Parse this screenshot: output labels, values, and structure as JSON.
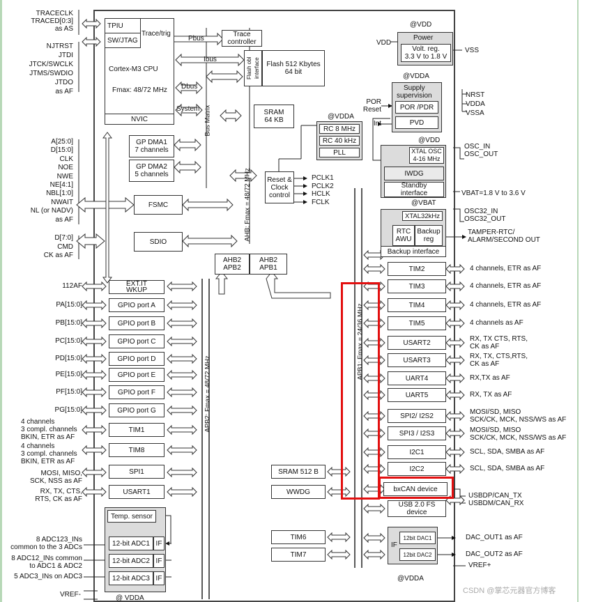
{
  "left_signals": {
    "trace": "TRACECLK\nTRACED[0:3]\nas AS",
    "jtag": "NJTRST\nJTDI\nJTCK/SWCLK\nJTMS/SWDIO\nJTDO\nas AF",
    "fsmc": "A[25:0]\nD[15:0]\nCLK\nNOE\nNWE\nNE[4:1]\nNBL[1:0]\nNWAIT\nNL (or NADV)\nas AF",
    "sdio": "D[7:0]\nCMD\nCK as AF",
    "exti": "112AF",
    "pa": "PA[15:0]",
    "pb": "PB[15:0]",
    "pc": "PC[15:0]",
    "pd": "PD[15:0]",
    "pe": "PE[15:0]",
    "pf": "PF[15:0]",
    "pg": "PG[15:0]",
    "tim1": "4 channels\n3 compl. channels\nBKIN, ETR as AF",
    "tim8": "4 channels\n3 compl. channels\nBKIN, ETR as AF",
    "spi1": "MOSI, MISO,\nSCK, NSS as AF",
    "usart1": "RX, TX, CTS,\nRTS, CK as AF",
    "adc1": "8 ADC123_INs\ncommon to the 3 ADCs",
    "adc2": "8 ADC12_INs common\nto ADC1 & ADC2",
    "adc3": "5 ADC3_INs on ADC3",
    "vref": "VREF-"
  },
  "core": {
    "tpiu": "TPIU",
    "swjtag": "SW/JTAG",
    "tracetrig": "Trace/trig",
    "cpu": "Cortex-M3 CPU",
    "fmax": "Fmax: 48/72 MHz",
    "nvic": "NVIC",
    "pbus": "Pbus",
    "ibus": "Ibus",
    "dbus": "Dbus",
    "system": "System",
    "trace_ctrl": "Trace\ncontroller",
    "flash": "Flash 512 Kbytes\n64 bit",
    "flash_if": "Flash obl\ninterface",
    "bus_matrix": "Bus Matrix",
    "sram": "SRAM\n64 KB",
    "dma1": "GP DMA1\n7 channels",
    "dma2": "GP DMA2\n5 channels",
    "fsmc": "FSMC",
    "sdio": "SDIO",
    "ahb": "AHB: Fmax = 48/72 MHz",
    "ahb2apb2": "AHB2\nAPB2",
    "ahb2apb1": "AHB2\nAPB1",
    "apb2": "APB2: Fmax = 48/72 MHz",
    "apb1": "APB1: Fmax = 24/36 MHz"
  },
  "power": {
    "vdd_top": "@VDD",
    "vdd": "VDD",
    "power": "Power",
    "volt_reg": "Volt. reg.\n3.3 V to 1.8 V",
    "vss": "VSS",
    "vdda": "@VDDA",
    "supply": "Supply\nsupervision",
    "por_pdr": "POR /PDR",
    "pvd": "PVD",
    "por_reset": "POR\nReset",
    "int": "Int",
    "supply_pins": "NRST\nVDDA\nVSSA",
    "vdda2": "@VDDA",
    "rc8": "RC 8 MHz",
    "rc40": "RC 40 kHz",
    "pll": "PLL",
    "vdd2": "@VDD",
    "xtal_osc": "XTAL OSC\n4-16 MHz",
    "osc_pins": "OSC_IN\nOSC_OUT",
    "iwdg": "IWDG",
    "standby": "Standby\ninterface",
    "vbat_range": "VBAT=1.8 V to 3.6 V",
    "vbat": "@VBAT",
    "xtal32": "XTAL32kHz",
    "osc32": "OSC32_IN\nOSC32_OUT",
    "rtc": "RTC\nAWU",
    "backup_reg": "Backup\nreg",
    "backup_if": "Backup interface",
    "tamper": "TAMPER-RTC/\nALARM/SECOND OUT",
    "reset_clock": "Reset &\nClock\ncontrol",
    "clocks": "PCLK1\nPCLK2\nHCLK\nFCLK",
    "vdda_bottom": "@VDDA",
    "vdda_adc": "@ VDDA",
    "vref_plus": "VREF+"
  },
  "apb2_periph": {
    "exti": "EXT.IT\nWKUP",
    "gpioa": "GPIO port A",
    "gpiob": "GPIO port B",
    "gpioc": "GPIO port C",
    "gpiod": "GPIO port D",
    "gpioe": "GPIO port E",
    "gpiof": "GPIO port F",
    "gpiog": "GPIO port G",
    "tim1": "TIM1",
    "tim8": "TIM8",
    "spi1": "SPI1",
    "usart1": "USART1",
    "temp": "Temp. sensor",
    "adc1": "12-bit ADC1",
    "adc2": "12-bit ADC2",
    "adc3": "12-bit ADC3",
    "if": "IF"
  },
  "apb1_periph": {
    "tim2": "TIM2",
    "tim3": "TIM3",
    "tim4": "TIM4",
    "tim5": "TIM5",
    "usart2": "USART2",
    "usart3": "USART3",
    "uart4": "UART4",
    "uart5": "UART5",
    "spi2": "SPI2/ I2S2",
    "spi3": "SPI3 / I2S3",
    "i2c1": "I2C1",
    "i2c2": "I2C2",
    "bxcan": "bxCAN device",
    "usb": "USB 2.0 FS\ndevice",
    "sram512": "SRAM 512 B",
    "wwdg": "WWDG",
    "tim6": "TIM6",
    "tim7": "TIM7",
    "if": "IF",
    "dac1": "12bit DAC1",
    "dac2": "12bit DAC2"
  },
  "right_signals": {
    "tim2": "4 channels, ETR as AF",
    "tim3": "4 channels, ETR as AF",
    "tim4": "4 channels, ETR as AF",
    "tim5": "4 channels as AF",
    "usart2": "RX, TX CTS, RTS,\nCK as AF",
    "usart3": "RX, TX, CTS,RTS,\nCK as AF",
    "uart4": "RX,TX as AF",
    "uart5": "RX, TX as AF",
    "spi2": "MOSI/SD, MISO\nSCK/CK, MCK, NSS/WS as AF",
    "spi3": "MOSI/SD, MISO\nSCK/CK, MCK, NSS/WS as AF",
    "i2c1": "SCL, SDA, SMBA as AF",
    "i2c2": "SCL, SDA, SMBA as AF",
    "usb": "USBDP/CAN_TX\nUSBDM/CAN_RX",
    "dac1": "DAC_OUT1 as AF",
    "dac2": "DAC_OUT2 as AF"
  },
  "watermark": "CSDN @掌芯元器官方博客",
  "colors": {
    "highlight": "#e31010",
    "panel": "#d8d8d8",
    "page_border": "#9fc99f"
  }
}
